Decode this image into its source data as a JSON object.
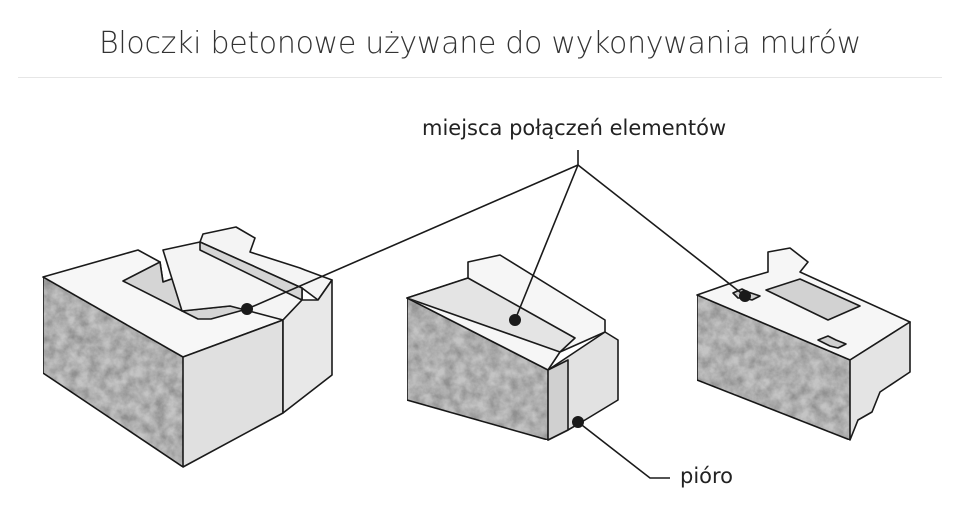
{
  "title": "Bloczki betonowe używane do wykonywania murów",
  "labels": {
    "joints": "miejsca połączeń elementów",
    "tongue": "pióro"
  },
  "colors": {
    "stroke": "#1a1a1a",
    "face_light": "#f7f7f7",
    "face_mid": "#d9d9d9",
    "texture": "#b9b9b9"
  }
}
